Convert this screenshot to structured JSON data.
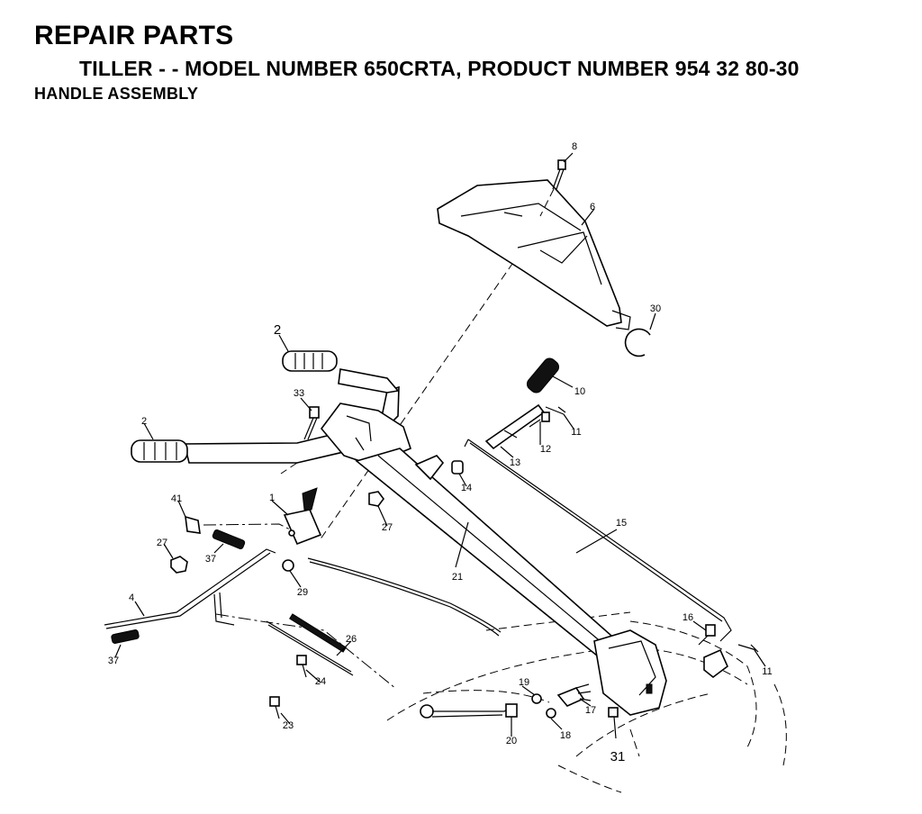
{
  "header": {
    "title": "REPAIR PARTS",
    "subtitle": "TILLER - - MODEL NUMBER 650CRTA, PRODUCT NUMBER 954 32 80-30",
    "section": "HANDLE ASSEMBLY"
  },
  "callouts": {
    "c1": "1",
    "c2a": "2",
    "c2b": "2",
    "c4": "4",
    "c6": "6",
    "c8": "8",
    "c10": "10",
    "c11a": "11",
    "c11b": "11",
    "c12": "12",
    "c13": "13",
    "c14": "14",
    "c15": "15",
    "c16": "16",
    "c17": "17",
    "c18": "18",
    "c19": "19",
    "c20": "20",
    "c21": "21",
    "c23": "23",
    "c24": "24",
    "c26": "26",
    "c27a": "27",
    "c27b": "27",
    "c29": "29",
    "c30": "30",
    "c31": "31",
    "c33": "33",
    "c37a": "37",
    "c37b": "37",
    "c41": "41"
  }
}
